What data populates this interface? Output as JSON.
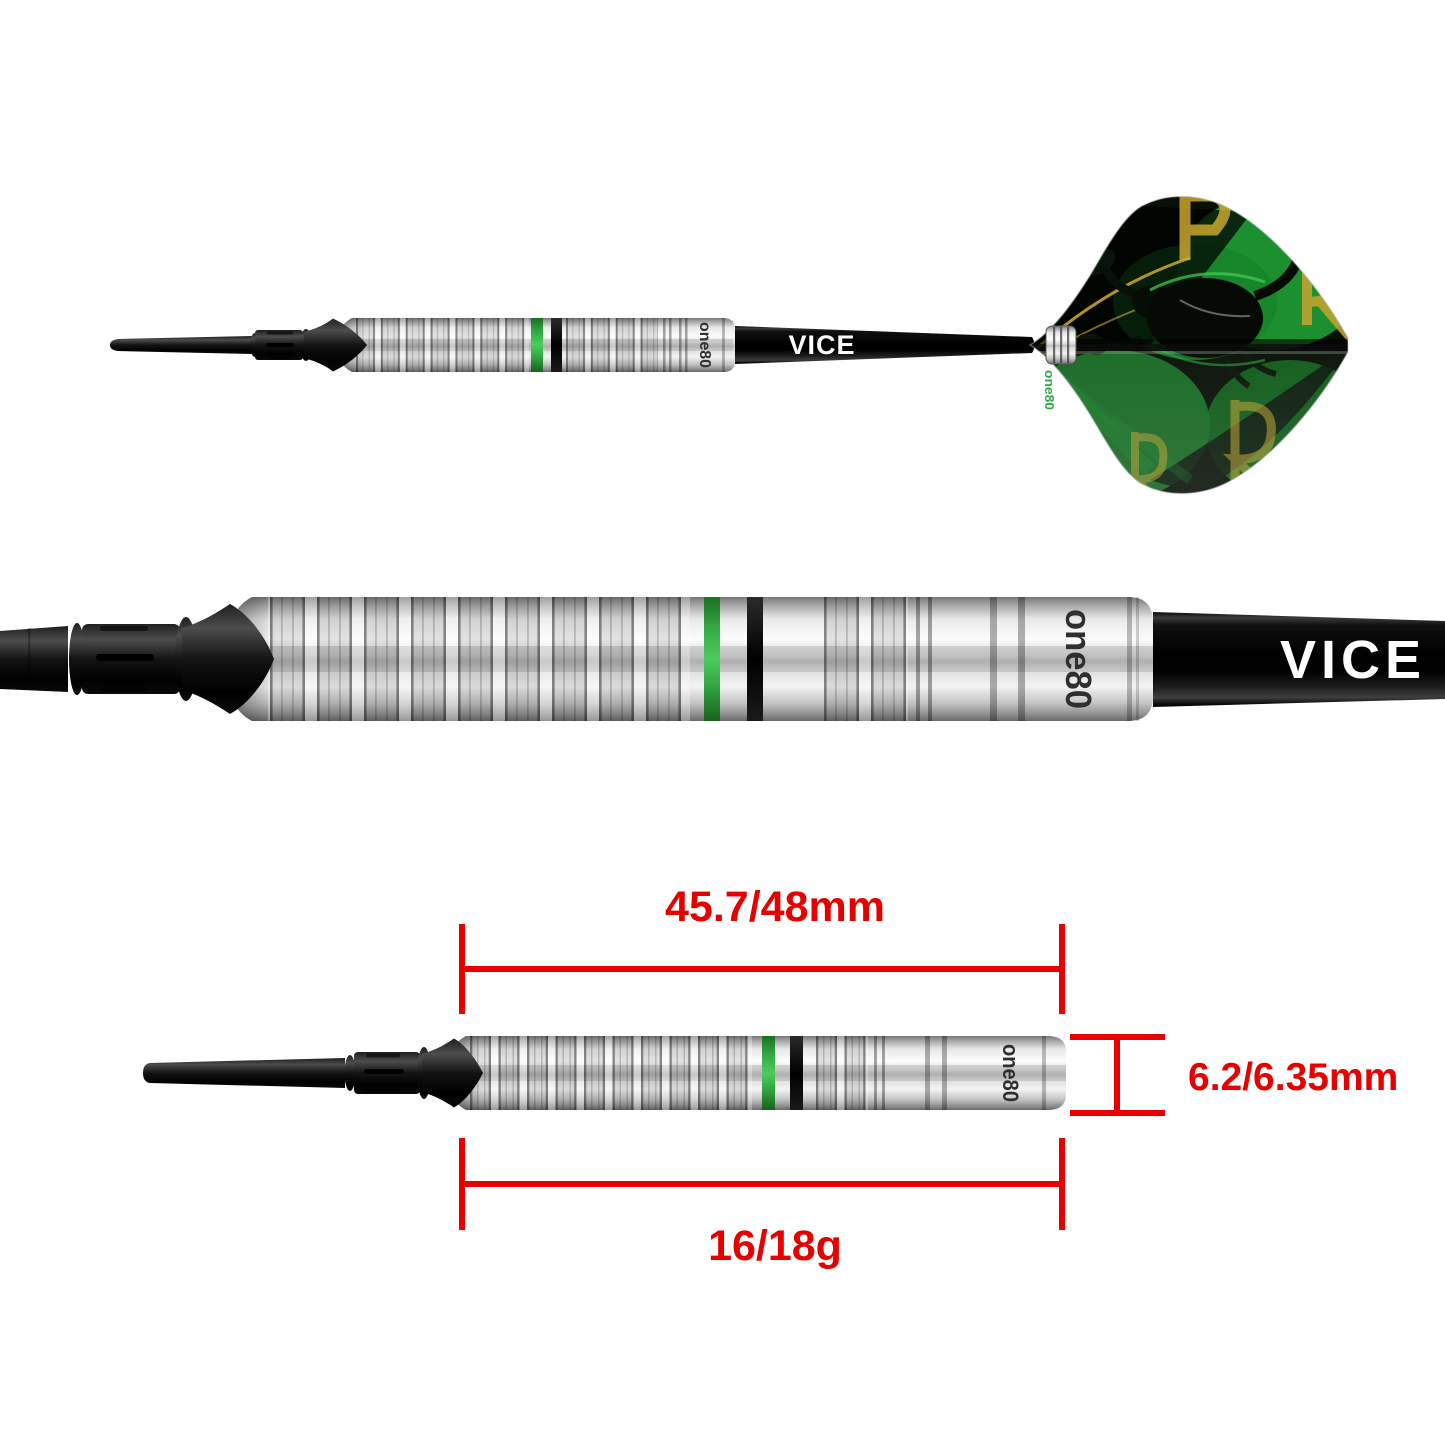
{
  "product": {
    "brand": "one80",
    "model": "VICE"
  },
  "flight_print": {
    "brand_small": "one80"
  },
  "annotations": {
    "barrel_length": "45.7/48mm",
    "barrel_diameter": "6.2/6.35mm",
    "weight": "16/18g",
    "color": "#e60000"
  },
  "colors": {
    "background": "#ffffff",
    "ring_green": "#3cb94a",
    "ring_black": "#0d0d0d",
    "metal_highlight": "#fcfcfc",
    "metal_shadow": "#6a6a6a",
    "tip_black": "#101010",
    "flight_green": "#27a33a",
    "flight_gold": "#d2b13a"
  }
}
